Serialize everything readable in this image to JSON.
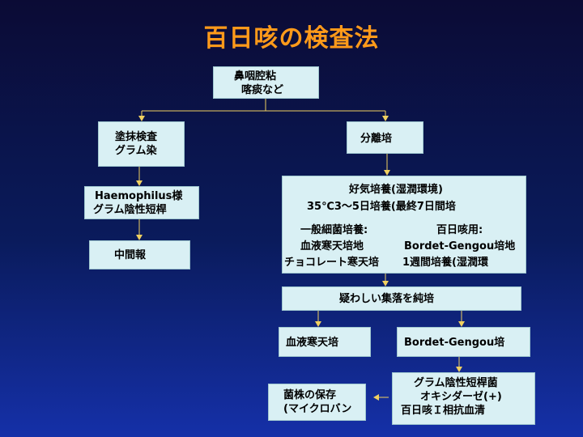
{
  "title": "百日咳の検査法",
  "nodes": {
    "specimen": {
      "line1": "鼻咽腔粘",
      "line2": "喀痰など"
    },
    "smear": {
      "line1": "塗抹検査",
      "line2": "グラム染"
    },
    "isolation": {
      "line1": "分離培"
    },
    "haemophilus": {
      "line1": "Haemophilus様",
      "line2": "グラム陰性短桿"
    },
    "interim": {
      "line1": "中間報"
    },
    "aerobic": {
      "line1": "好気培養(湿潤環境)",
      "line2": "35℃3～5日培養(最終7日間培",
      "general_line1": "一般細菌培養:",
      "general_line2": "血液寒天培地",
      "general_line3": "チョコレート寒天培",
      "pertussis_line1": "百日咳用:",
      "pertussis_line2": "Bordet-Gengou培地",
      "pertussis_line3": "1週間培養(湿潤環"
    },
    "pure_culture": {
      "line1": "疑わしい集落を純培"
    },
    "blood_agar": {
      "line1": "血液寒天培"
    },
    "bordet": {
      "line1": "Bordet-Gengou培"
    },
    "identification": {
      "line1": "グラム陰性短桿菌",
      "line2": "オキシダーゼ(+)",
      "line3": "百日咳Ｉ相抗血清"
    },
    "storage": {
      "line1": "菌株の保存",
      "line2": "(マイクロバン"
    }
  },
  "colors": {
    "box_fill": "#d9f0f4",
    "connector": "#f0d060",
    "title": "#ff9a1a"
  }
}
